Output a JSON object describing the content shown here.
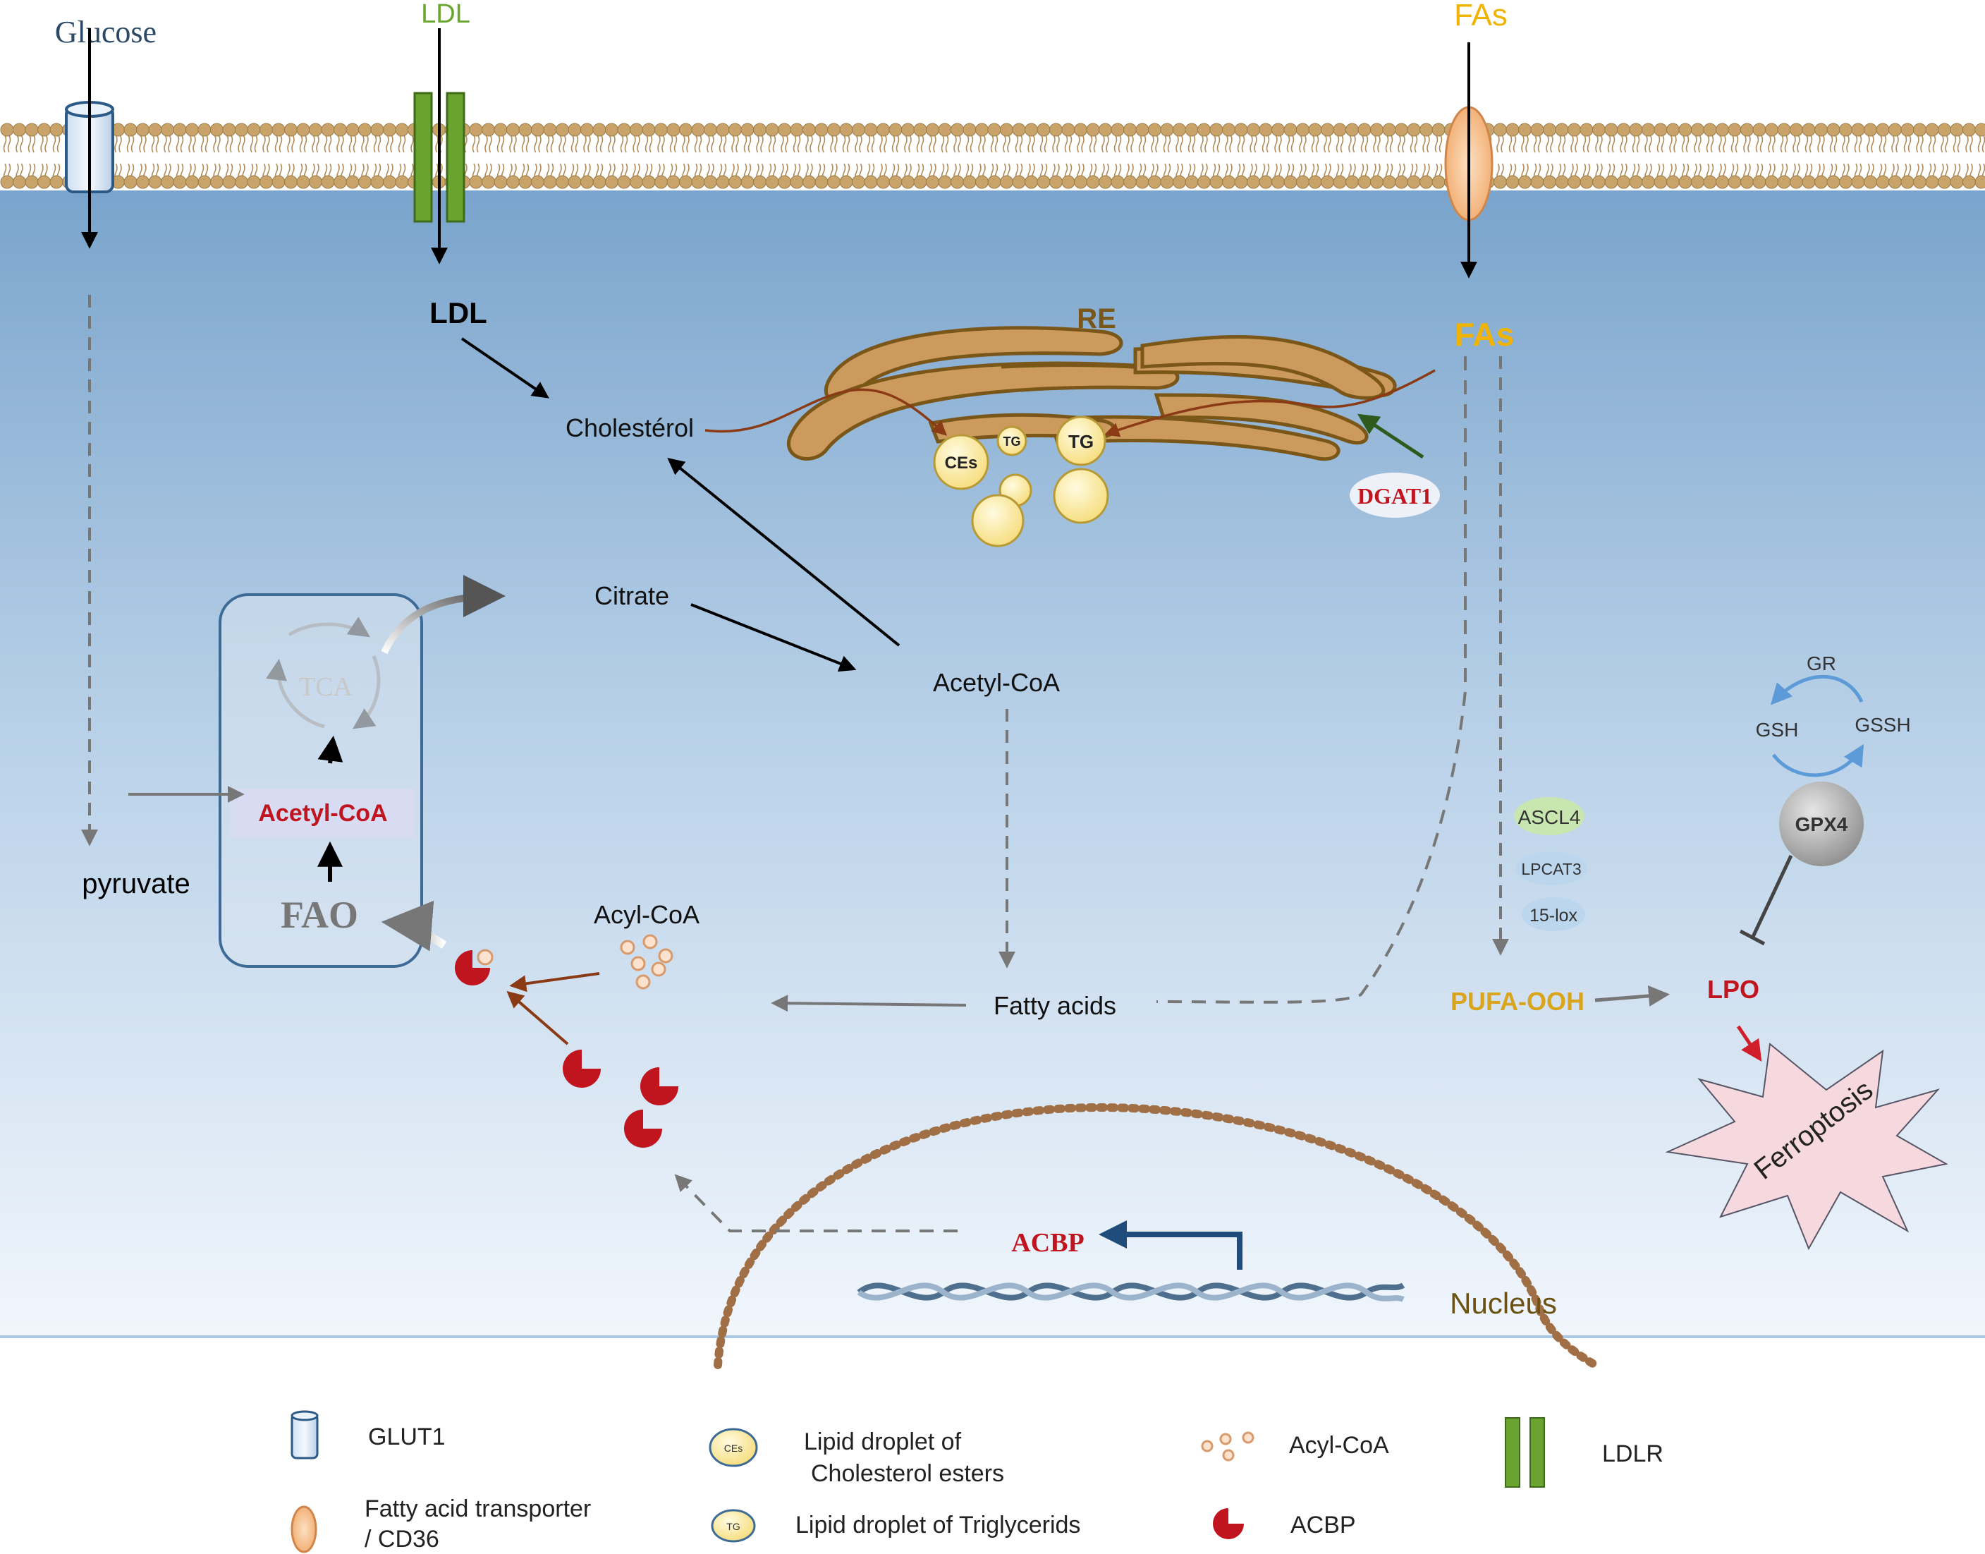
{
  "labels": {
    "glucose": "Glucose",
    "ldl_top": "LDL",
    "fas_top": "FAs",
    "ldl": "LDL",
    "fas": "FAs",
    "re": "RE",
    "cholesterol": "Cholestérol",
    "ces": "CEs",
    "tg_small": "TG",
    "tg_large": "TG",
    "dgat1": "DGAT1",
    "citrate": "Citrate",
    "tca": "TCA",
    "acetyl_coa_center": "Acetyl-CoA",
    "acetyl_coa_mito": "Acetyl-CoA",
    "fao": "FAO",
    "pyruvate": "pyruvate",
    "acyl_coa": "Acyl-CoA",
    "fatty_acids": "Fatty acids",
    "ascl4": "ASCL4",
    "lpcat3": "LPCAT3",
    "lox15": "15-lox",
    "pufa_ooh": "PUFA-OOH",
    "lpo": "LPO",
    "ferroptosis": "Ferroptosis",
    "gr": "GR",
    "gsh": "GSH",
    "gssh": "GSSH",
    "gpx4": "GPX4",
    "acbp_gene": "ACBP",
    "nucleus": "Nucleus"
  },
  "legend": {
    "glut1": "GLUT1",
    "cd36_line1": "Fatty acid transporter",
    "cd36_line2": "/ CD36",
    "ces_line1": "Lipid droplet of",
    "ces_line2": "Cholesterol esters",
    "ces_icon": "CEs",
    "tg_label": "Lipid droplet of Triglycerids",
    "tg_icon": "TG",
    "acyl_coa": "Acyl-CoA",
    "acbp": "ACBP",
    "ldlr": "LDLR"
  },
  "colors": {
    "cytoplasm_top": "#7fa8cf",
    "cytoplasm_bottom": "#eef4fb",
    "membrane_head": "#c8a46a",
    "membrane_tail": "#b08c58",
    "ldl_label": "#6aa72f",
    "fas_label": "#f0b400",
    "red_label": "#c0141e",
    "pufa": "#d9a51c",
    "er_fill": "#cd9a5e",
    "er_stroke": "#7a5618",
    "re_label": "#7a5618",
    "acbp_red": "#c0141e",
    "nucleus_label": "#6b5313",
    "nucleus_dots": "#a06f45",
    "ferroptosis_fill": "#f6d9df",
    "gpx4_fill": "#a9a9a9",
    "mito_border": "#3d6b96"
  }
}
